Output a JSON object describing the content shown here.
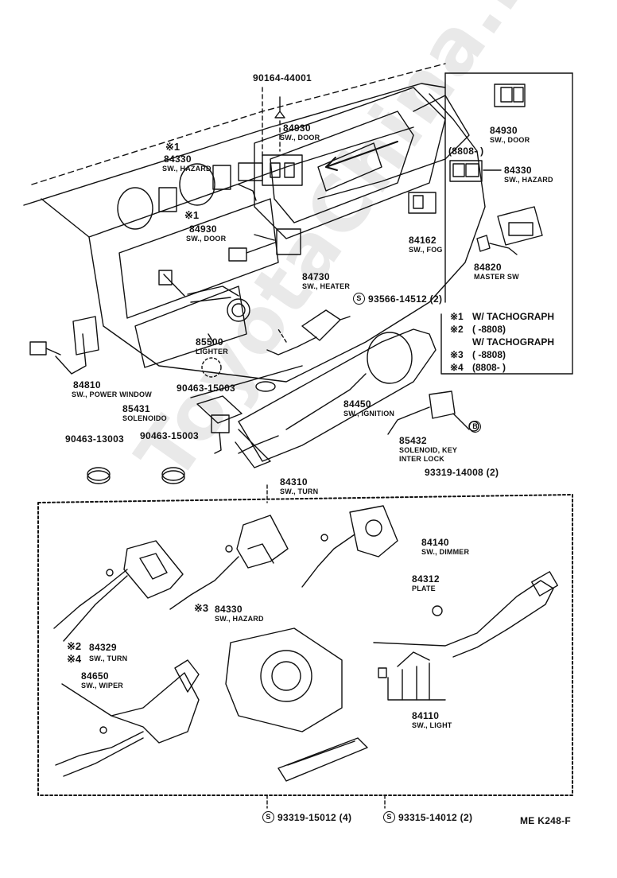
{
  "watermark": "ToyotaChina.ru",
  "diagram_code": "ME K248-F",
  "parts": {
    "p90164": {
      "number": "90164-44001"
    },
    "p84930_top": {
      "number": "84930",
      "desc": "SW., DOOR"
    },
    "p84930_right": {
      "number": "84930",
      "desc": "SW., DOOR",
      "range": "(8808-      )"
    },
    "mark1": "※1",
    "mark1b": "※1",
    "p84330_left": {
      "number": "84330",
      "desc": "SW., HAZARD"
    },
    "p84330_right": {
      "number": "84330",
      "desc": "SW., HAZARD"
    },
    "p84930_mid": {
      "number": "84930",
      "desc": "SW., DOOR"
    },
    "p84162": {
      "number": "84162",
      "desc": "SW., FOG"
    },
    "p84820": {
      "number": "84820",
      "desc": "MASTER SW"
    },
    "p84730": {
      "number": "84730",
      "desc": "SW., HEATER"
    },
    "p93566": {
      "symbol": "S",
      "number": "93566-14512 (2)"
    },
    "p85500": {
      "number": "85500",
      "desc": "LIGHTER"
    },
    "p84810": {
      "number": "84810",
      "desc": "SW., POWER WINDOW"
    },
    "p90463_15003a": {
      "number": "90463-15003"
    },
    "p85431": {
      "number": "85431",
      "desc": "SOLENOIDO"
    },
    "p84450": {
      "number": "84450",
      "desc": "SW., IGNITION"
    },
    "p90463_13003": {
      "number": "90463-13003"
    },
    "p90463_15003b": {
      "number": "90463-15003"
    },
    "p85432": {
      "number": "85432",
      "desc1": "SOLENOID, KEY",
      "desc2": "INTER LOCK"
    },
    "pB": {
      "symbol": "B"
    },
    "p93319_14008": {
      "number": "93319-14008 (2)"
    },
    "p84310": {
      "number": "84310",
      "desc": "SW., TURN"
    },
    "p84140": {
      "number": "84140",
      "desc": "SW., DIMMER"
    },
    "p84312": {
      "number": "84312",
      "desc": "PLATE"
    },
    "p84330_turn": {
      "mark": "※3",
      "number": "84330",
      "desc": "SW., HAZARD"
    },
    "p84329": {
      "mark1": "※2",
      "mark2": "※4",
      "number": "84329",
      "desc": "SW., TURN"
    },
    "p84650": {
      "number": "84650",
      "desc": "SW., WIPER"
    },
    "p84110": {
      "number": "84110",
      "desc": "SW., LIGHT"
    },
    "p93319_15012": {
      "symbol": "S",
      "number": "93319-15012 (4)"
    },
    "p93315_14012": {
      "symbol": "S",
      "number": "93315-14012 (2)"
    }
  },
  "legend": [
    {
      "mark": "※1",
      "text": "W/ TACHOGRAPH"
    },
    {
      "mark": "※2",
      "text": "(        -8808)"
    },
    {
      "mark": "",
      "text": "W/ TACHOGRAPH"
    },
    {
      "mark": "※3",
      "text": "(        -8808)"
    },
    {
      "mark": "※4",
      "text": "(8808-        )"
    }
  ]
}
